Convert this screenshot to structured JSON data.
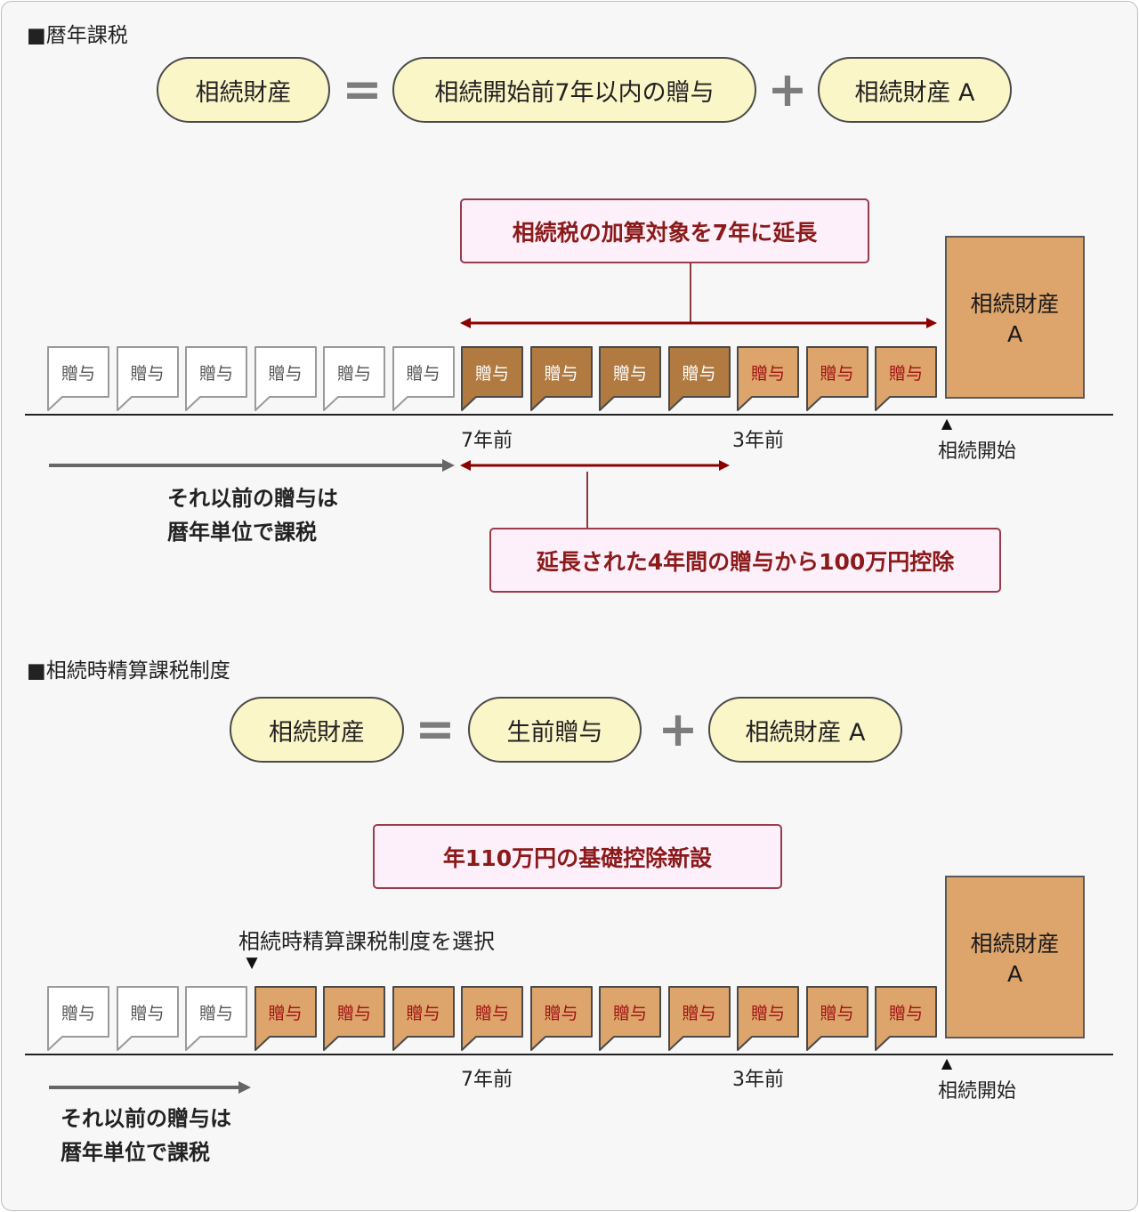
{
  "colors": {
    "accent_red": "#8b0000",
    "pill_fill": "#fbf6c8",
    "callout_fill": "#fdf0fa",
    "gift_white": "#ffffff",
    "gift_brown": "#b07a40",
    "gift_tan": "#dda46c",
    "estate_fill": "#dda46c"
  },
  "section1": {
    "title": "■暦年課税",
    "equation": {
      "left": "相続財産",
      "equals": "=",
      "middle": "相続開始前7年以内の贈与",
      "plus": "+",
      "right": "相続財産 A"
    },
    "callout_top": "相続税の加算対象を7年に延長",
    "gift_label": "贈与",
    "gifts": [
      "white",
      "white",
      "white",
      "white",
      "white",
      "white",
      "brown",
      "brown",
      "brown",
      "brown",
      "tan",
      "tan",
      "tan"
    ],
    "estate_line1": "相続財産",
    "estate_line2": "A",
    "label_7": "7年前",
    "label_3": "3年前",
    "start_marker": "▲",
    "start_label": "相続開始",
    "note_line1": "それ以前の贈与は",
    "note_line2": "暦年単位で課税",
    "callout_bottom": "延長された4年間の贈与から100万円控除"
  },
  "section2": {
    "title": "■相続時精算課税制度",
    "equation": {
      "left": "相続財産",
      "equals": "=",
      "middle": "生前贈与",
      "plus": "+",
      "right": "相続財産 A"
    },
    "callout": "年110万円の基礎控除新設",
    "select_label": "相続時精算課税制度を選択",
    "select_marker": "▼",
    "gift_label": "贈与",
    "gifts": [
      "white",
      "white",
      "white",
      "tan",
      "tan",
      "tan",
      "tan",
      "tan",
      "tan",
      "tan",
      "tan",
      "tan",
      "tan"
    ],
    "estate_line1": "相続財産",
    "estate_line2": "A",
    "label_7": "7年前",
    "label_3": "3年前",
    "start_marker": "▲",
    "start_label": "相続開始",
    "note_line1": "それ以前の贈与は",
    "note_line2": "暦年単位で課税"
  }
}
